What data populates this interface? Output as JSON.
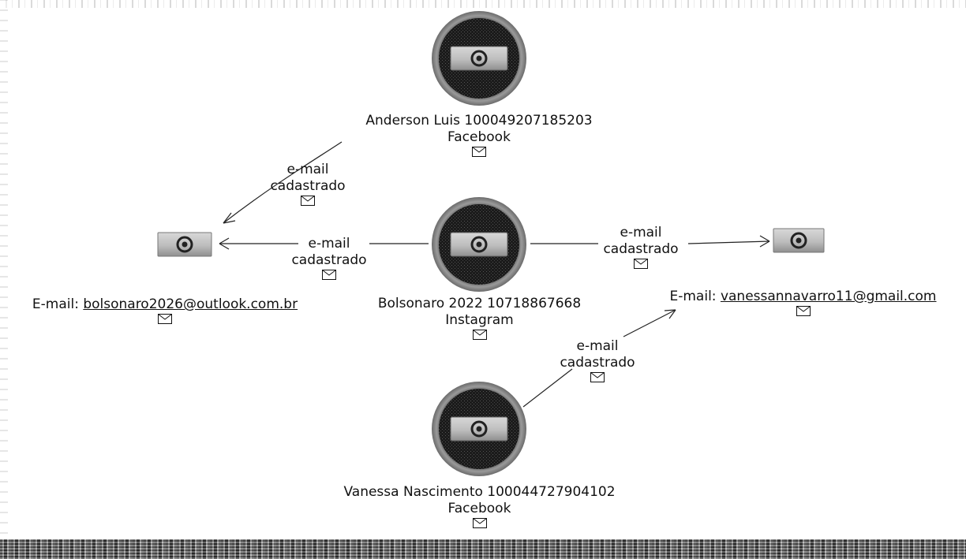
{
  "nodes": {
    "anderson": {
      "name": "Anderson Luis 100049207185203",
      "network": "Facebook"
    },
    "bolsonaro": {
      "name": "Bolsonaro 2022 10718867668",
      "network": "Instagram"
    },
    "vanessa": {
      "name": "Vanessa Nascimento 100044727904102",
      "network": "Facebook"
    },
    "email_left": {
      "prefix": "E-mail:",
      "address": "bolsonaro2026@outlook.com.br"
    },
    "email_right": {
      "prefix": "E-mail:",
      "address": "vanessannavarro11@gmail.com"
    }
  },
  "edges": {
    "anderson_to_left": {
      "line1": "e-mail",
      "line2": "cadastrado"
    },
    "bolsonaro_to_left": {
      "line1": "e-mail",
      "line2": "cadastrado"
    },
    "bolsonaro_to_right": {
      "line1": "e-mail",
      "line2": "cadastrado"
    },
    "vanessa_to_right": {
      "line1": "e-mail",
      "line2": "cadastrado"
    }
  },
  "icons": {
    "person_node": "at-sign-photo-icon",
    "email_node": "at-sign-icon",
    "message": "envelope-icon"
  },
  "colors": {
    "ring": "#8a8a8a",
    "disc": "#1a1a1a",
    "link": "#222222"
  }
}
